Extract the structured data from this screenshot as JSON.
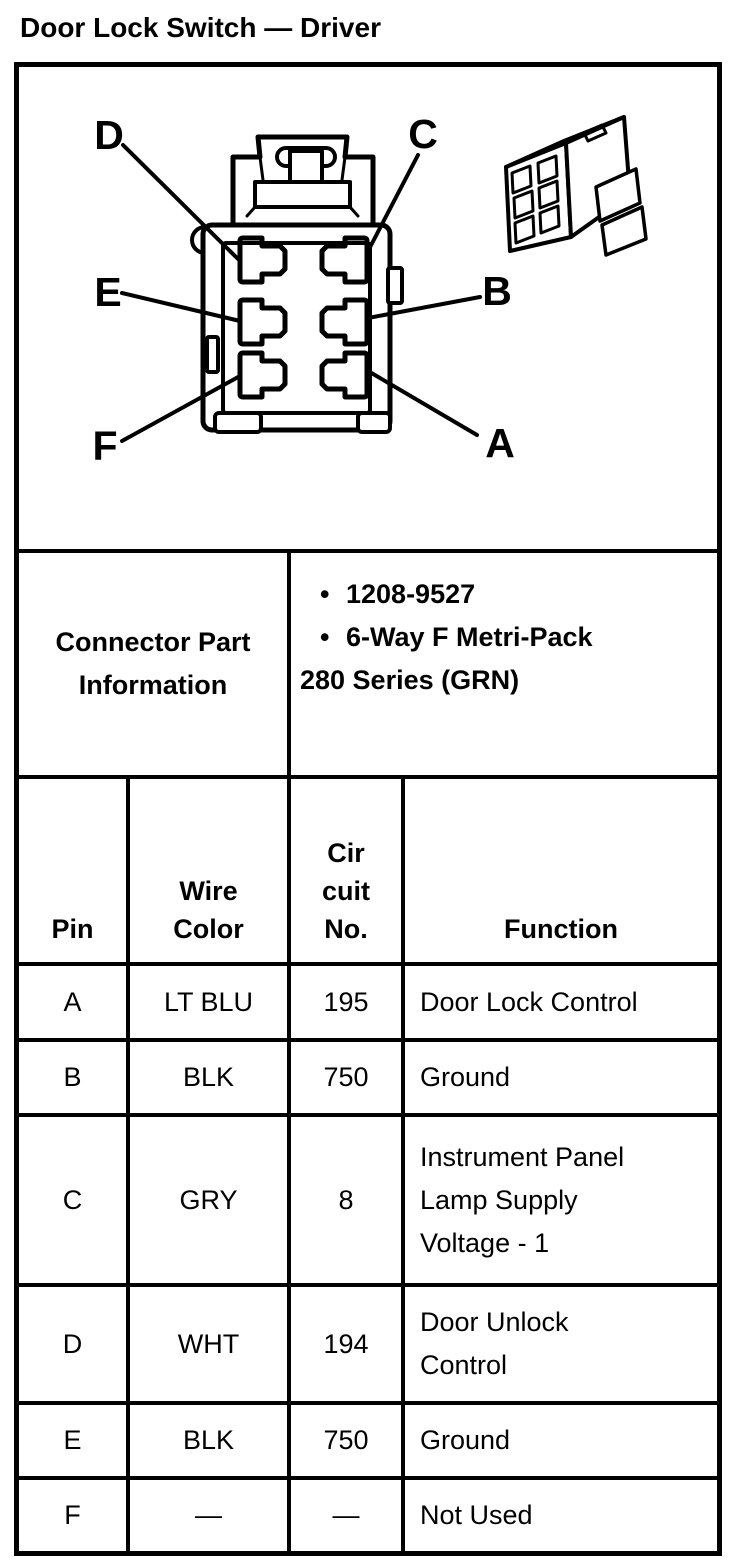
{
  "page_title": "Door Lock Switch — Driver",
  "diagram": {
    "pin_labels": {
      "a": "A",
      "b": "B",
      "c": "C",
      "d": "D",
      "e": "E",
      "f": "F"
    }
  },
  "part_info": {
    "label": "Connector Part Information",
    "bullets": [
      "1208-9527",
      "6-Way F Metri-Pack"
    ],
    "continuation": "280 Series (GRN)",
    "bullet_glyph": "•"
  },
  "table": {
    "headers": {
      "pin": "Pin",
      "wire_color_lines": [
        "Wire",
        "Color"
      ],
      "circuit_no_lines": [
        "Cir",
        "cuit",
        "No."
      ],
      "function": "Function"
    },
    "rows": [
      {
        "pin": "A",
        "wire_color": "LT BLU",
        "circuit_no": "195",
        "function": "Door Lock Control"
      },
      {
        "pin": "B",
        "wire_color": "BLK",
        "circuit_no": "750",
        "function": "Ground"
      },
      {
        "pin": "C",
        "wire_color": "GRY",
        "circuit_no": "8",
        "function": "Instrument Panel Lamp Supply Voltage - 1"
      },
      {
        "pin": "D",
        "wire_color": "WHT",
        "circuit_no": "194",
        "function": "Door Unlock Control"
      },
      {
        "pin": "E",
        "wire_color": "BLK",
        "circuit_no": "750",
        "function": "Ground"
      },
      {
        "pin": "F",
        "wire_color": "—",
        "circuit_no": "—",
        "function": "Not Used"
      }
    ]
  }
}
